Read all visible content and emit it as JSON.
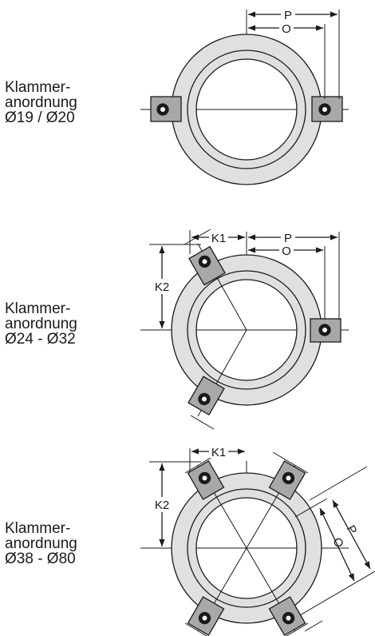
{
  "diagrams": [
    {
      "label": [
        "Klammer-",
        "anordnung",
        "Ø19 / Ø20"
      ],
      "dims": {
        "p": "P",
        "o": "O"
      }
    },
    {
      "label": [
        "Klammer-",
        "anordnung",
        "Ø24 - Ø32"
      ],
      "dims": {
        "p": "P",
        "o": "O",
        "k1": "K1",
        "k2": "K2"
      }
    },
    {
      "label": [
        "Klammer-",
        "anordnung",
        "Ø38 - Ø80"
      ],
      "dims": {
        "p": "P",
        "o": "O",
        "k1": "K1",
        "k2": "K2"
      }
    }
  ],
  "colors": {
    "ring": "#e0e0e0",
    "clamp": "#a8a8a8",
    "line": "#1a1a1a"
  }
}
